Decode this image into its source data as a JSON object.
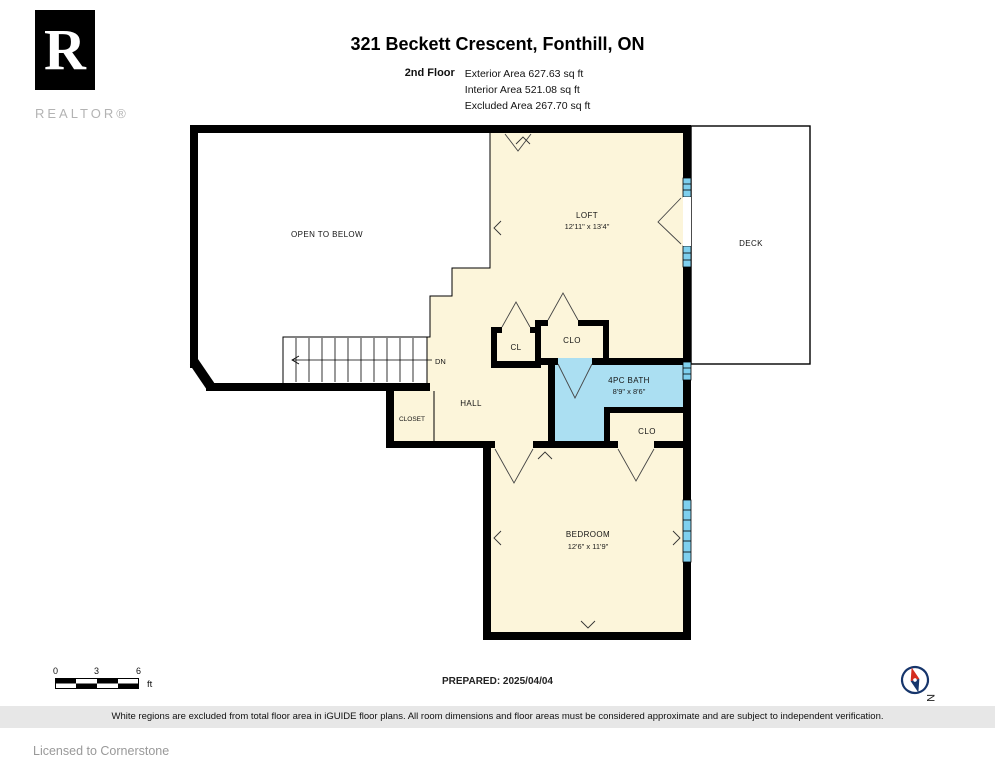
{
  "logo": {
    "letter": "R",
    "brand": "REALTOR®"
  },
  "header": {
    "title": "321 Beckett Crescent, Fonthill, ON",
    "floor_label": "2nd Floor",
    "areas": [
      "Exterior Area 627.63 sq ft",
      "Interior Area 521.08 sq ft",
      "Excluded Area 267.70 sq ft"
    ]
  },
  "rooms": {
    "open_to_below": "OPEN TO BELOW",
    "loft": {
      "name": "LOFT",
      "dims": "12'11\" x 13'4\""
    },
    "deck": "DECK",
    "cl": "CL",
    "clo_upper": "CLO",
    "bath": {
      "name": "4PC BATH",
      "dims": "8'9\" x 8'6\""
    },
    "clo_lower": "CLO",
    "hall": "HALL",
    "closet": "CLOSET",
    "stairs_dn": "DN",
    "bedroom": {
      "name": "BEDROOM",
      "dims": "12'6\" x 11'9\""
    }
  },
  "footer": {
    "scale_labels": [
      "0",
      "3",
      "6"
    ],
    "scale_unit": "ft",
    "prepared": "PREPARED: 2025/04/04",
    "compass_label": "N",
    "disclaimer": "White regions are excluded from total floor area in iGUIDE floor plans. All room dimensions and floor areas must be considered approximate and are subject to independent verification.",
    "license": "Licensed to Cornerstone"
  },
  "colors": {
    "interior": "#fcf5da",
    "bath": "#abdff2",
    "window": "#7fd0ee",
    "wall": "#000000",
    "disclaimer_bg": "#e7e7e7"
  }
}
